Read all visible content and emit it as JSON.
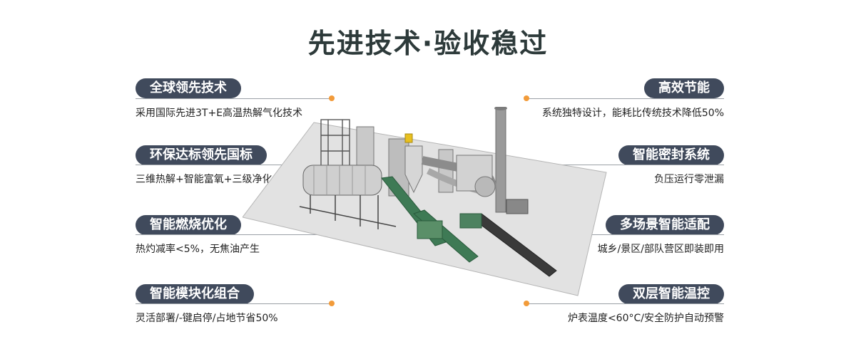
{
  "title": "先进技术·验收稳过",
  "features": [
    {
      "label": "全球领先技术",
      "desc": "采用国际先进3T+E高温热解气化技术"
    },
    {
      "label": "环保达标领先国标",
      "desc": "三维热解+智能富氧+三级净化"
    },
    {
      "label": "智能燃烧优化",
      "desc": "热灼减率<5%，无焦油产生"
    },
    {
      "label": "智能模块化组合",
      "desc": "灵活部署/-键启停/占地节省50%"
    },
    {
      "label": "高效节能",
      "desc": "系统独特设计，能耗比传统技术降低50%"
    },
    {
      "label": "智能密封系统",
      "desc": "负压运行零泄漏"
    },
    {
      "label": "多场景智能适配",
      "desc": "城乡/景区/部队营区即装即用"
    },
    {
      "label": "双层智能温控",
      "desc": "炉表温度<60°C/安全防护自动预警"
    }
  ],
  "colors": {
    "pill": "#404a5c",
    "dot": "#f29b3a",
    "rule": "#9aa0a6"
  }
}
